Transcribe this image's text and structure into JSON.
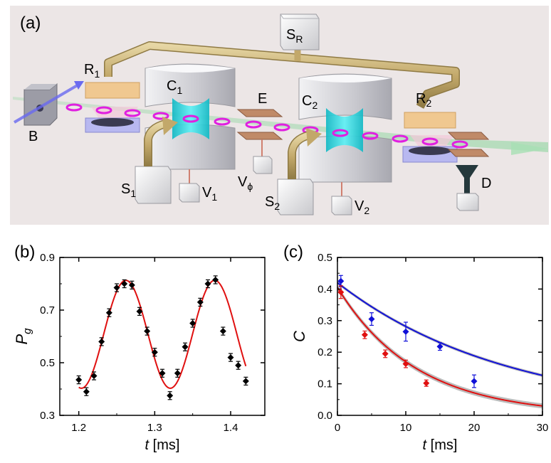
{
  "panels": {
    "a": {
      "label": "(a)"
    },
    "b": {
      "label": "(b)"
    },
    "c": {
      "label": "(c)"
    }
  },
  "diagram": {
    "labels": {
      "SR": "S",
      "SR_sub": "R",
      "R1": "R",
      "R1_sub": "1",
      "R2": "R",
      "R2_sub": "2",
      "C1": "C",
      "C1_sub": "1",
      "C2": "C",
      "C2_sub": "2",
      "E": "E",
      "B": "B",
      "S1": "S",
      "S1_sub": "1",
      "S2": "S",
      "S2_sub": "2",
      "V1": "V",
      "V1_sub": "1",
      "V2": "V",
      "V2_sub": "2",
      "Vphi": "V",
      "Vphi_sub": "ϕ",
      "D": "D"
    },
    "colors": {
      "background": "#ece6e6",
      "pipe": "#c8b27a",
      "cavity_mirror": "#d0d0d4",
      "cavity_field": "#22d0d8",
      "atom_ring": "#e020e0",
      "beam": "#8ed8a0",
      "laser": "#6a6af0",
      "plate": "#b88060"
    }
  },
  "chart_data": [
    {
      "type": "scatter",
      "panel": "b",
      "xlabel": "t",
      "xlabel_unit": "[ms]",
      "ylabel": "P",
      "ylabel_sub": "g",
      "xlim": [
        1.175,
        1.445
      ],
      "ylim": [
        0.3,
        0.9
      ],
      "xticks": [
        "1.2",
        "1.3",
        "1.4"
      ],
      "xtick_values": [
        1.2,
        1.3,
        1.4
      ],
      "yticks": [
        "0.3",
        "0.5",
        "0.7",
        "0.9"
      ],
      "ytick_values": [
        0.3,
        0.5,
        0.7,
        0.9
      ],
      "grid": false,
      "series": [
        {
          "marker": "diamond",
          "color": "#000000",
          "x": [
            1.2,
            1.21,
            1.22,
            1.23,
            1.24,
            1.25,
            1.26,
            1.27,
            1.28,
            1.29,
            1.3,
            1.31,
            1.32,
            1.33,
            1.34,
            1.35,
            1.36,
            1.37,
            1.38,
            1.39,
            1.4,
            1.41,
            1.42
          ],
          "y": [
            0.435,
            0.39,
            0.45,
            0.58,
            0.69,
            0.785,
            0.8,
            0.795,
            0.695,
            0.62,
            0.54,
            0.46,
            0.375,
            0.46,
            0.56,
            0.65,
            0.73,
            0.8,
            0.815,
            0.62,
            0.52,
            0.49,
            0.43
          ],
          "err": [
            0.015,
            0.015,
            0.015,
            0.015,
            0.015,
            0.015,
            0.015,
            0.015,
            0.015,
            0.015,
            0.015,
            0.015,
            0.015,
            0.015,
            0.015,
            0.015,
            0.015,
            0.015,
            0.015,
            0.015,
            0.015,
            0.015,
            0.015
          ]
        }
      ],
      "fit": {
        "color": "#e01010",
        "offset": 0.608,
        "amplitude": 0.205,
        "period": 0.117,
        "peak_at": 1.262
      }
    },
    {
      "type": "scatter",
      "panel": "c",
      "xlabel": "t",
      "xlabel_unit": "[ms]",
      "ylabel": "C",
      "xlim": [
        0,
        30
      ],
      "ylim": [
        0,
        0.5
      ],
      "xticks": [
        "0",
        "10",
        "20",
        "30"
      ],
      "xtick_values": [
        0,
        10,
        20,
        30
      ],
      "yticks": [
        "0.0",
        "0.1",
        "0.2",
        "0.3",
        "0.4",
        "0.5"
      ],
      "ytick_values": [
        0,
        0.1,
        0.2,
        0.3,
        0.4,
        0.5
      ],
      "grid": false,
      "series": [
        {
          "color": "#1010d8",
          "marker": "diamond",
          "x": [
            0.5,
            5,
            10,
            15,
            20
          ],
          "y": [
            0.425,
            0.305,
            0.265,
            0.218,
            0.108
          ],
          "err": [
            0.018,
            0.02,
            0.03,
            0.012,
            0.02
          ],
          "fit": {
            "amplitude": 0.42,
            "tau": 25,
            "band": 0.005
          }
        },
        {
          "color": "#e01010",
          "marker": "diamond",
          "x": [
            0.5,
            4,
            7,
            10,
            13
          ],
          "y": [
            0.39,
            0.255,
            0.195,
            0.163,
            0.102
          ],
          "err": [
            0.02,
            0.012,
            0.012,
            0.012,
            0.01
          ],
          "fit": {
            "amplitude": 0.405,
            "tau": 11.5,
            "band": 0.008
          }
        }
      ]
    }
  ]
}
